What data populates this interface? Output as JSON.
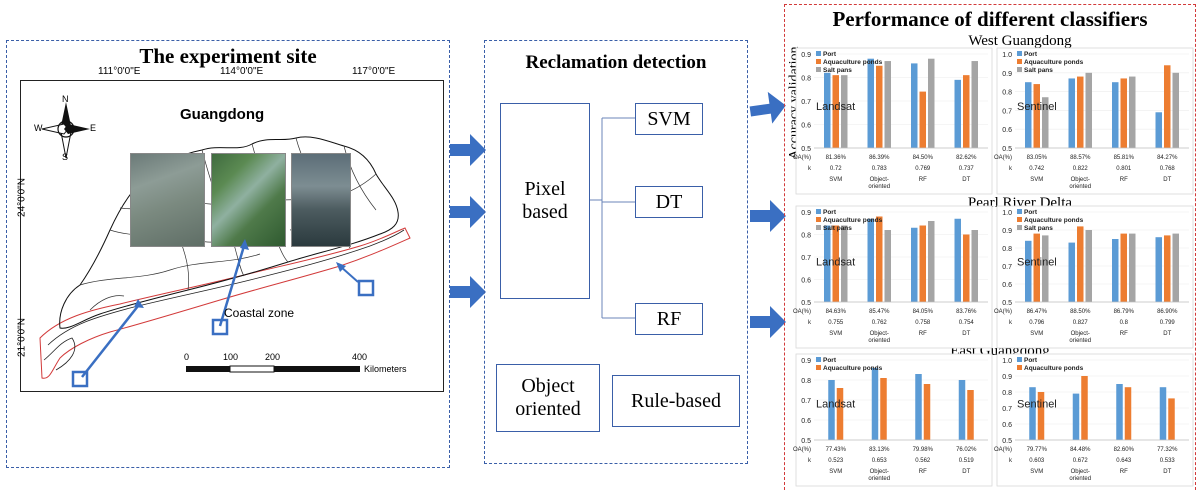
{
  "site": {
    "title": "The experiment site",
    "lon_labels": [
      "111°0'0\"E",
      "114°0'0\"E",
      "117°0'0\"E"
    ],
    "lat_labels": [
      "24°0'0\"N",
      "21°0'0\"N"
    ],
    "region_label": "Guangdong",
    "coastal_label": "Coastal zone",
    "compass": {
      "n": "N",
      "s": "S",
      "e": "E",
      "w": "W"
    },
    "scale": {
      "ticks": [
        "0",
        "100",
        "200",
        "400"
      ],
      "unit": "Kilometers"
    }
  },
  "detection": {
    "title": "Reclamation detection",
    "pixel_based": "Pixel based",
    "object_oriented": "Object oriented",
    "rule_based": "Rule-based",
    "classifiers": [
      "SVM",
      "DT",
      "RF"
    ]
  },
  "performance": {
    "title": "Performance of different classifiers",
    "y_axis_label": "Accuracy validation",
    "colors": {
      "port": "#5b9bd5",
      "aquaculture": "#ed7d31",
      "salt": "#a5a5a5"
    },
    "legend": {
      "port": "Port",
      "aquaculture": "Aquaculture ponds",
      "salt": "Salt pans"
    }
  },
  "chart_data": [
    {
      "type": "bar",
      "region": "West Guangdong",
      "sensor": "Landsat",
      "categories": [
        "SVM",
        "Object-oriented",
        "RF",
        "DT"
      ],
      "ylim": [
        0.5,
        0.9
      ],
      "yticks": [
        "0.5",
        "0.6",
        "0.7",
        "0.8",
        "0.9"
      ],
      "series": [
        {
          "name": "Port",
          "values": [
            0.82,
            0.88,
            0.86,
            0.79
          ]
        },
        {
          "name": "Aquaculture ponds",
          "values": [
            0.81,
            0.85,
            0.74,
            0.81
          ]
        },
        {
          "name": "Salt pans",
          "values": [
            0.81,
            0.87,
            0.88,
            0.87
          ]
        }
      ],
      "oa": [
        "81.36%",
        "86.39%",
        "84.50%",
        "82.62%"
      ],
      "k": [
        "0.72",
        "0.783",
        "0.769",
        "0.737"
      ]
    },
    {
      "type": "bar",
      "region": "West Guangdong",
      "sensor": "Sentinel",
      "categories": [
        "SVM",
        "Object-oriented",
        "RF",
        "DT"
      ],
      "ylim": [
        0.5,
        1.0
      ],
      "yticks": [
        "0.5",
        "0.6",
        "0.7",
        "0.8",
        "0.9",
        "1.0"
      ],
      "series": [
        {
          "name": "Port",
          "values": [
            0.85,
            0.87,
            0.85,
            0.69
          ]
        },
        {
          "name": "Aquaculture ponds",
          "values": [
            0.84,
            0.88,
            0.87,
            0.94
          ]
        },
        {
          "name": "Salt pans",
          "values": [
            0.77,
            0.9,
            0.88,
            0.9
          ]
        }
      ],
      "oa": [
        "83.05%",
        "88.57%",
        "85.81%",
        "84.27%"
      ],
      "k": [
        "0.742",
        "0.822",
        "0.801",
        "0.768"
      ]
    },
    {
      "type": "bar",
      "region": "Pearl River Delta",
      "sensor": "Landsat",
      "categories": [
        "SVM",
        "Object-oriented",
        "RF",
        "DT"
      ],
      "ylim": [
        0.5,
        0.9
      ],
      "yticks": [
        "0.5",
        "0.6",
        "0.7",
        "0.8",
        "0.9"
      ],
      "series": [
        {
          "name": "Port",
          "values": [
            0.84,
            0.87,
            0.83,
            0.87
          ]
        },
        {
          "name": "Aquaculture ponds",
          "values": [
            0.84,
            0.88,
            0.84,
            0.8
          ]
        },
        {
          "name": "Salt pans",
          "values": [
            0.84,
            0.82,
            0.86,
            0.82
          ]
        }
      ],
      "oa": [
        "84.63%",
        "85.47%",
        "84.05%",
        "83.76%"
      ],
      "k": [
        "0.755",
        "0.762",
        "0.758",
        "0.754"
      ]
    },
    {
      "type": "bar",
      "region": "Pearl River Delta",
      "sensor": "Sentinel",
      "categories": [
        "SVM",
        "Object-oriented",
        "RF",
        "DT"
      ],
      "ylim": [
        0.5,
        1.0
      ],
      "yticks": [
        "0.5",
        "0.6",
        "0.7",
        "0.8",
        "0.9",
        "1.0"
      ],
      "series": [
        {
          "name": "Port",
          "values": [
            0.84,
            0.83,
            0.85,
            0.86
          ]
        },
        {
          "name": "Aquaculture ponds",
          "values": [
            0.88,
            0.92,
            0.88,
            0.87
          ]
        },
        {
          "name": "Salt pans",
          "values": [
            0.87,
            0.9,
            0.88,
            0.88
          ]
        }
      ],
      "oa": [
        "86.47%",
        "88.50%",
        "86.79%",
        "86.90%"
      ],
      "k": [
        "0.796",
        "0.827",
        "0.8",
        "0.799"
      ]
    },
    {
      "type": "bar",
      "region": "East Guangdong",
      "sensor": "Landsat",
      "categories": [
        "SVM",
        "Object-oriented",
        "RF",
        "DT"
      ],
      "ylim": [
        0.5,
        0.9
      ],
      "yticks": [
        "0.5",
        "0.6",
        "0.7",
        "0.8",
        "0.9"
      ],
      "series": [
        {
          "name": "Port",
          "values": [
            0.8,
            0.86,
            0.83,
            0.8
          ]
        },
        {
          "name": "Aquaculture ponds",
          "values": [
            0.76,
            0.81,
            0.78,
            0.75
          ]
        }
      ],
      "oa": [
        "77.43%",
        "83.13%",
        "79.98%",
        "76.02%"
      ],
      "k": [
        "0.523",
        "0.653",
        "0.562",
        "0.519"
      ]
    },
    {
      "type": "bar",
      "region": "East Guangdong",
      "sensor": "Sentinel",
      "categories": [
        "SVM",
        "Object-oriented",
        "RF",
        "DT"
      ],
      "ylim": [
        0.5,
        1.0
      ],
      "yticks": [
        "0.5",
        "0.6",
        "0.7",
        "0.8",
        "0.9",
        "1.0"
      ],
      "series": [
        {
          "name": "Port",
          "values": [
            0.83,
            0.79,
            0.85,
            0.83
          ]
        },
        {
          "name": "Aquaculture ponds",
          "values": [
            0.8,
            0.9,
            0.83,
            0.76
          ]
        }
      ],
      "oa": [
        "79.77%",
        "84.48%",
        "82.60%",
        "77.32%"
      ],
      "k": [
        "0.603",
        "0.672",
        "0.643",
        "0.533"
      ]
    }
  ]
}
